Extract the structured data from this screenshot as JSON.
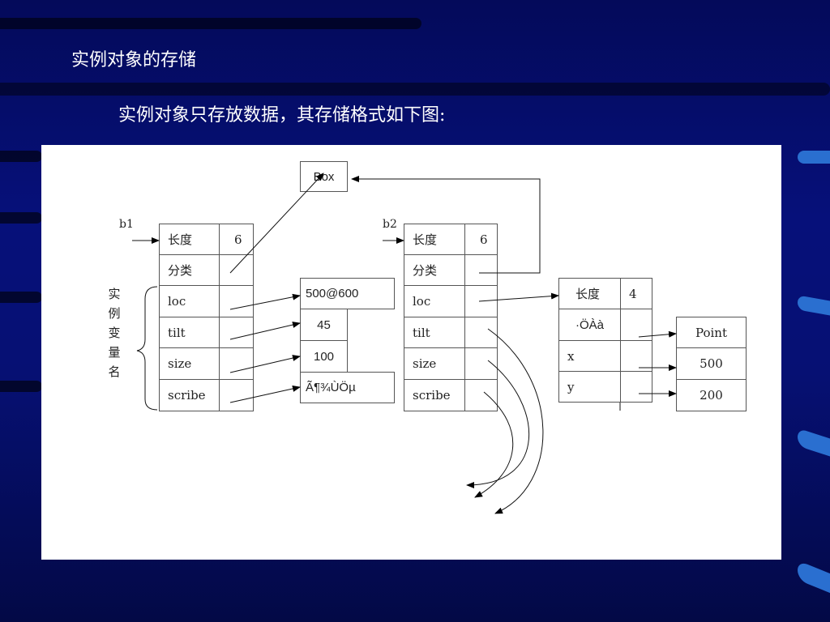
{
  "slide": {
    "title": "实例对象的存储",
    "subtitle": "实例对象只存放数据，其存储格式如下图:"
  },
  "diagram": {
    "box_class": "Box",
    "b1": {
      "label": "b1",
      "rows": [
        {
          "name": "长度",
          "value": "6"
        },
        {
          "name": "分类",
          "value": ""
        },
        {
          "name": "loc",
          "value": ""
        },
        {
          "name": "tilt",
          "value": ""
        },
        {
          "name": "size",
          "value": ""
        },
        {
          "name": "scribe",
          "value": ""
        }
      ]
    },
    "b1_values": [
      "500@600",
      "45",
      "100",
      "Ã¶¾ÙÖµ"
    ],
    "brace_label": "实例变量名",
    "b2": {
      "label": "b2",
      "rows": [
        {
          "name": "长度",
          "value": "6"
        },
        {
          "name": "分类",
          "value": ""
        },
        {
          "name": "loc",
          "value": ""
        },
        {
          "name": "tilt",
          "value": ""
        },
        {
          "name": "size",
          "value": ""
        },
        {
          "name": "scribe",
          "value": ""
        }
      ]
    },
    "point_obj": {
      "rows": [
        {
          "name": "长度",
          "value": "4"
        },
        {
          "name": "·ÖÀà",
          "value": ""
        },
        {
          "name": "x",
          "value": ""
        },
        {
          "name": "y",
          "value": ""
        }
      ]
    },
    "point_values": [
      "Point",
      "500",
      "200"
    ]
  }
}
